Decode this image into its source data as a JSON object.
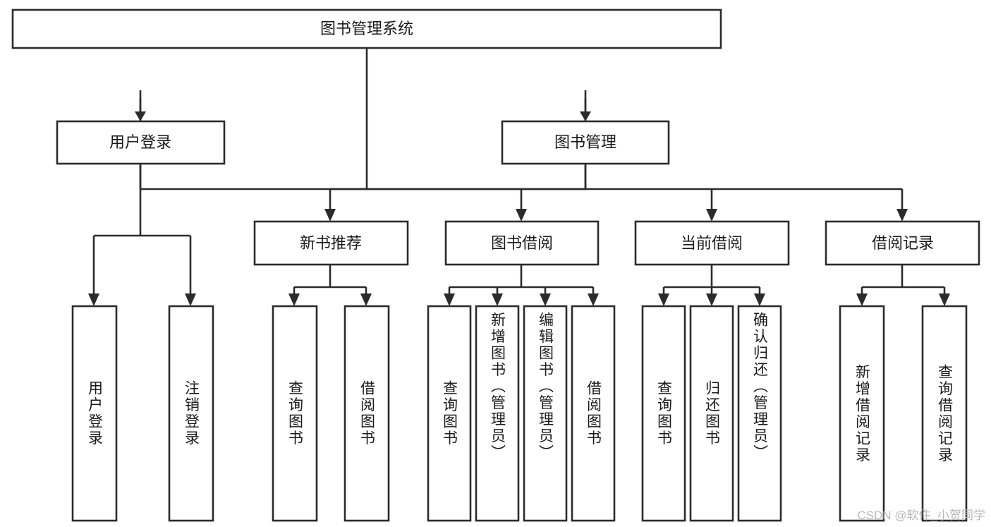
{
  "diagram": {
    "type": "tree",
    "title": "图书管理系统",
    "orientation": "top-down",
    "colors": {
      "box_stroke": "#2b2b2b",
      "box_fill": "#ffffff",
      "text": "#1a1a1a",
      "background": "#ffffff",
      "watermark": "#b9b9b9"
    },
    "root": {
      "label": "图书管理系统"
    },
    "level2": [
      {
        "label": "用户登录"
      },
      {
        "label": "图书管理"
      }
    ],
    "level3": [
      {
        "label": "新书推荐"
      },
      {
        "label": "图书借阅"
      },
      {
        "label": "当前借阅"
      },
      {
        "label": "借阅记录"
      }
    ],
    "leaves": [
      {
        "label": "用户登录",
        "parent": "用户登录"
      },
      {
        "label": "注销登录",
        "parent": "用户登录"
      },
      {
        "label": "查询图书",
        "parent": "新书推荐"
      },
      {
        "label": "借阅图书",
        "parent": "新书推荐"
      },
      {
        "label": "查询图书",
        "parent": "图书借阅"
      },
      {
        "label": "新增图书（管理员）",
        "parent": "图书借阅"
      },
      {
        "label": "编辑图书（管理员）",
        "parent": "图书借阅"
      },
      {
        "label": "借阅图书",
        "parent": "图书借阅"
      },
      {
        "label": "查询图书",
        "parent": "当前借阅"
      },
      {
        "label": "归还图书",
        "parent": "当前借阅"
      },
      {
        "label": "确认归还（管理员）",
        "parent": "当前借阅"
      },
      {
        "label": "新增借阅记录",
        "parent": "借阅记录"
      },
      {
        "label": "查询借阅记录",
        "parent": "借阅记录"
      }
    ]
  },
  "watermark": {
    "text": "CSDN @软件_小贺同学"
  }
}
